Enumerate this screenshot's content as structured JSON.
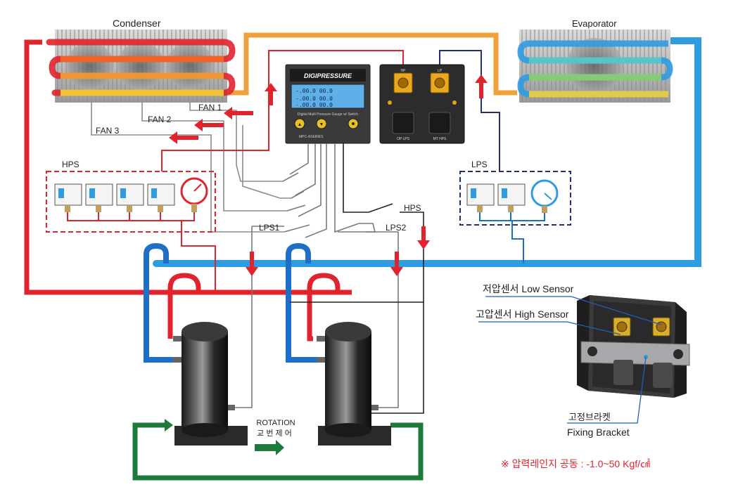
{
  "labels": {
    "condenser": "Condenser",
    "evaporator": "Evaporator",
    "fan1": "FAN 1",
    "fan2": "FAN 2",
    "fan3": "FAN 3",
    "hps_group": "HPS",
    "lps_group": "LPS",
    "lps1": "LPS1",
    "lps2": "LPS2",
    "hps_switch": "HPS",
    "rotation_en": "ROTATION",
    "rotation_kr": "교 번 제 어",
    "low_sensor": "저압센서 Low Sensor",
    "high_sensor": "고압센서 High Sensor",
    "bracket_kr": "고정브라켓",
    "bracket_en": "Fixing Bracket",
    "pressure_range": "※ 압력레인지 공동 : -1.0~50 Kgf/㎠"
  },
  "controller": {
    "brand": "DIGIPRESSURE",
    "subtitle": "Digital Multi Pressure Gauge w/ Switch",
    "model": "MPC-ASERIES"
  },
  "sensor_panel": {
    "left_port": "HP",
    "right_port": "LP",
    "left_switch": "OP LPS",
    "right_switch": "MT HPS"
  },
  "colors": {
    "hot_line": "#e0232c",
    "cold_line": "#2f9be0",
    "dark_blue_line": "#1f5fb5",
    "suction_orange": "#f0a23a",
    "green_loop": "#1e7a3a",
    "navy_signal": "#22307a",
    "note_red": "#e0232c"
  }
}
